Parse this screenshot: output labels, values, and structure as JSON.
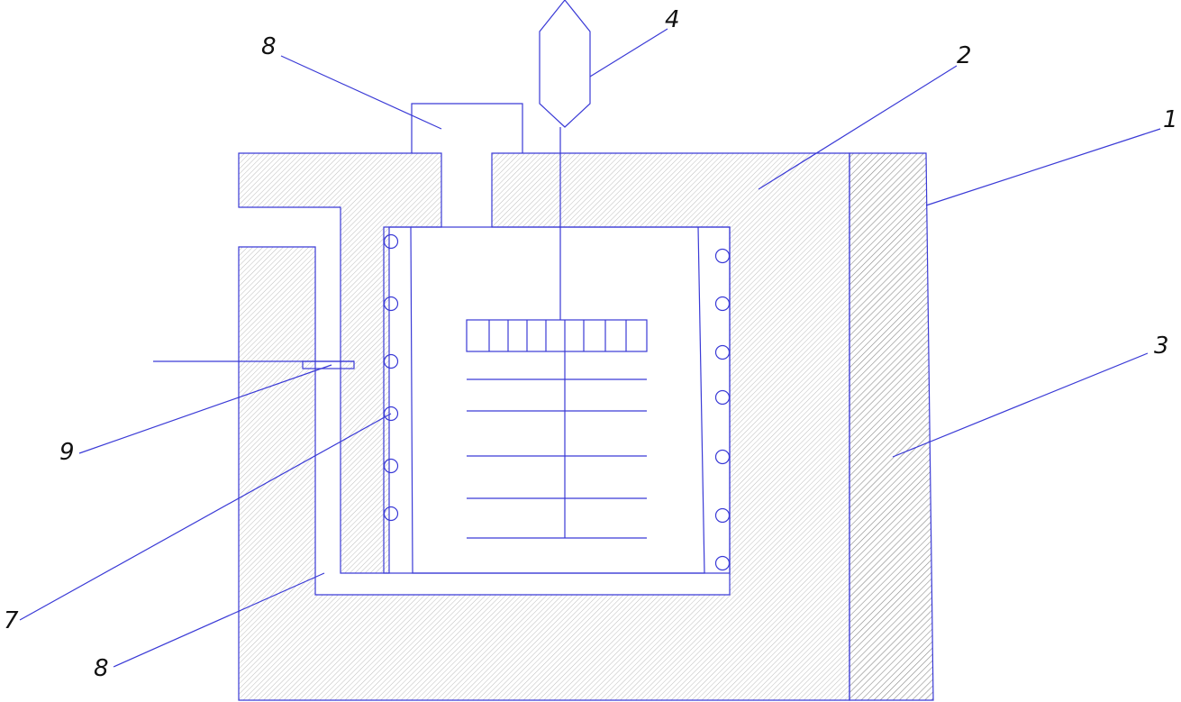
{
  "diagram": {
    "line_color": "#3a3ad6",
    "hatch_color": "#8a8a8a",
    "callouts": {
      "label_1": "1",
      "label_2": "2",
      "label_3": "3",
      "label_4": "4",
      "label_7": "7",
      "label_8_top": "8",
      "label_8_bottom": "8",
      "label_9": "9"
    }
  }
}
